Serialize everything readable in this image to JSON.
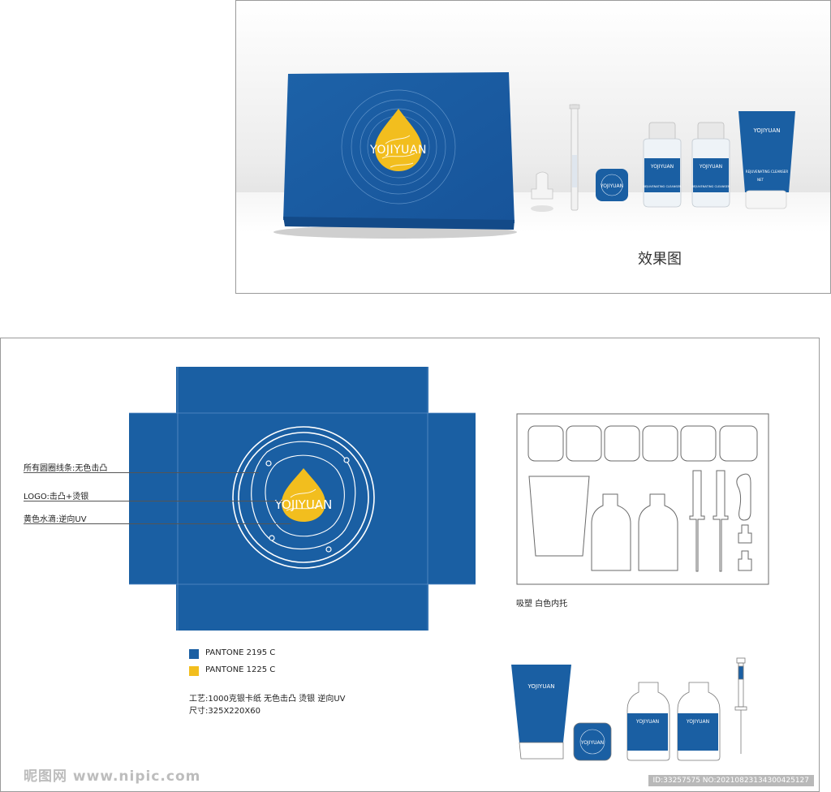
{
  "preview": {
    "caption": "效果图"
  },
  "product": {
    "brand": "YOJIYUAN",
    "product_name": "REJUVENATING CLEANSER",
    "net_label": "NET"
  },
  "dieline": {
    "callouts": [
      {
        "text": "所有圆圈线条:无色击凸"
      },
      {
        "text": "LOGO:击凸+烫银"
      },
      {
        "text": "黄色水滴:逆向UV"
      }
    ]
  },
  "tray": {
    "caption": "吸塑 白色内托"
  },
  "pantone": [
    {
      "label": "PANTONE  2195 C",
      "color": "#1a5fa3"
    },
    {
      "label": "PANTONE  1225 C",
      "color": "#f2be1e"
    }
  ],
  "specs": {
    "craft": "工艺:1000克银卡纸  无色击凸  烫银  逆向UV",
    "size": "尺寸:325X220X60"
  },
  "watermark": {
    "site": "昵图网 www.nipic.com",
    "id_line": "ID:33257575 NO:20210823134300425127"
  },
  "colors": {
    "box_blue": "#1a5fa3",
    "drop_yellow": "#f2be1e"
  }
}
